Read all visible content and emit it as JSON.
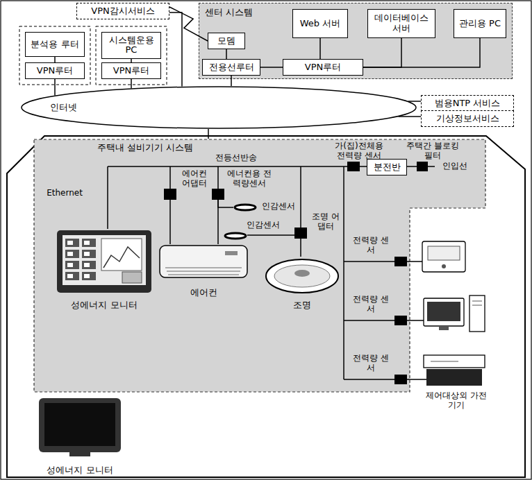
{
  "diagram": {
    "nodes": [
      {
        "text": [
          "VPN감시서비스"
        ]
      },
      {
        "text": [
          "분석용 루터"
        ]
      },
      {
        "text": [
          "VPN루터"
        ]
      },
      {
        "text": [
          "시스템운용 PC"
        ]
      },
      {
        "text": [
          "VPN루터"
        ]
      },
      {
        "text": [
          "센터 시스템"
        ]
      },
      {
        "text": [
          "모뎀"
        ],
        "in": 5
      },
      {
        "text": [
          "전용선루터"
        ],
        "in": 5
      },
      {
        "text": [
          "VPN루터"
        ],
        "in": 5
      },
      {
        "text": [
          "Web 서버"
        ],
        "in": 5
      },
      {
        "text": [
          "데이터베이스 서버"
        ],
        "in": 5
      },
      {
        "text": [
          "관리용 PC"
        ],
        "in": 5
      },
      {
        "text": [
          "인터넷"
        ]
      },
      {
        "text": [
          "범용NTP 서비스"
        ]
      },
      {
        "text": [
          "기상정보서비스"
        ]
      },
      {
        "text": [
          "주택내 설비기기 시스템"
        ]
      },
      {
        "text": [
          "가(집)전체용 전력량 센서"
        ],
        "in": 15
      },
      {
        "text": [
          "분전반"
        ],
        "in": 15
      },
      {
        "text": [
          "주택간 블로킹필터"
        ],
        "in": 15
      },
      {
        "text": [
          "에어컨 어댑터"
        ],
        "in": 15
      },
      {
        "text": [
          "에너컨용 전력량센서"
        ],
        "in": 15
      },
      {
        "text": [
          "인감센서"
        ],
        "in": 15
      },
      {
        "text": [
          "인감센서"
        ],
        "in": 15
      },
      {
        "text": [
          "조명 어댑터"
        ],
        "in": 15
      },
      {
        "text": [
          "성에너지 모니터"
        ],
        "in": 15
      },
      {
        "text": [
          "에어컨"
        ],
        "in": 15
      },
      {
        "text": [
          "조명"
        ],
        "in": 15
      },
      {
        "text": [
          "전력량 센서"
        ],
        "in": 15
      },
      {
        "text": [
          "전력량 센서"
        ],
        "in": 15
      },
      {
        "text": [
          "전력량 센서"
        ],
        "in": 15
      },
      {
        "text": [
          "성에너지 모니터"
        ]
      }
    ],
    "edges": [
      {
        "from": 1,
        "to": 2,
        "arrow": "none"
      },
      {
        "from": 3,
        "to": 4,
        "arrow": "none"
      },
      {
        "from": 2,
        "to": 12,
        "arrow": "none"
      },
      {
        "from": 4,
        "to": 12,
        "arrow": "none"
      },
      {
        "from": 0,
        "to": 6,
        "arrow": "none"
      },
      {
        "from": 0,
        "to": 12,
        "arrow": "none"
      },
      {
        "from": 6,
        "to": 7,
        "arrow": "none"
      },
      {
        "from": 7,
        "to": 8,
        "arrow": "none"
      },
      {
        "from": 7,
        "to": 12,
        "arrow": "none"
      },
      {
        "from": 8,
        "to": 9,
        "arrow": "none"
      },
      {
        "from": 8,
        "to": 10,
        "arrow": "none"
      },
      {
        "from": 8,
        "to": 11,
        "arrow": "none"
      },
      {
        "from": 12,
        "to": 15,
        "arrow": "none"
      },
      {
        "from": 16,
        "to": 17,
        "arrow": "none"
      },
      {
        "from": 17,
        "to": 18,
        "arrow": "none"
      },
      {
        "from": 19,
        "to": 25,
        "arrow": "none"
      },
      {
        "from": 20,
        "to": 25,
        "arrow": "none"
      },
      {
        "from": 20,
        "to": 21,
        "arrow": "none"
      },
      {
        "from": 23,
        "to": 22,
        "arrow": "none"
      },
      {
        "from": 23,
        "to": 26,
        "arrow": "none"
      },
      {
        "from": 12,
        "to": 13,
        "arrow": "none"
      },
      {
        "from": 12,
        "to": 14,
        "arrow": "none"
      }
    ],
    "labels": [
      "전등선반송",
      "Ethernet",
      "인입선",
      "제어대상외 가전기기"
    ]
  }
}
